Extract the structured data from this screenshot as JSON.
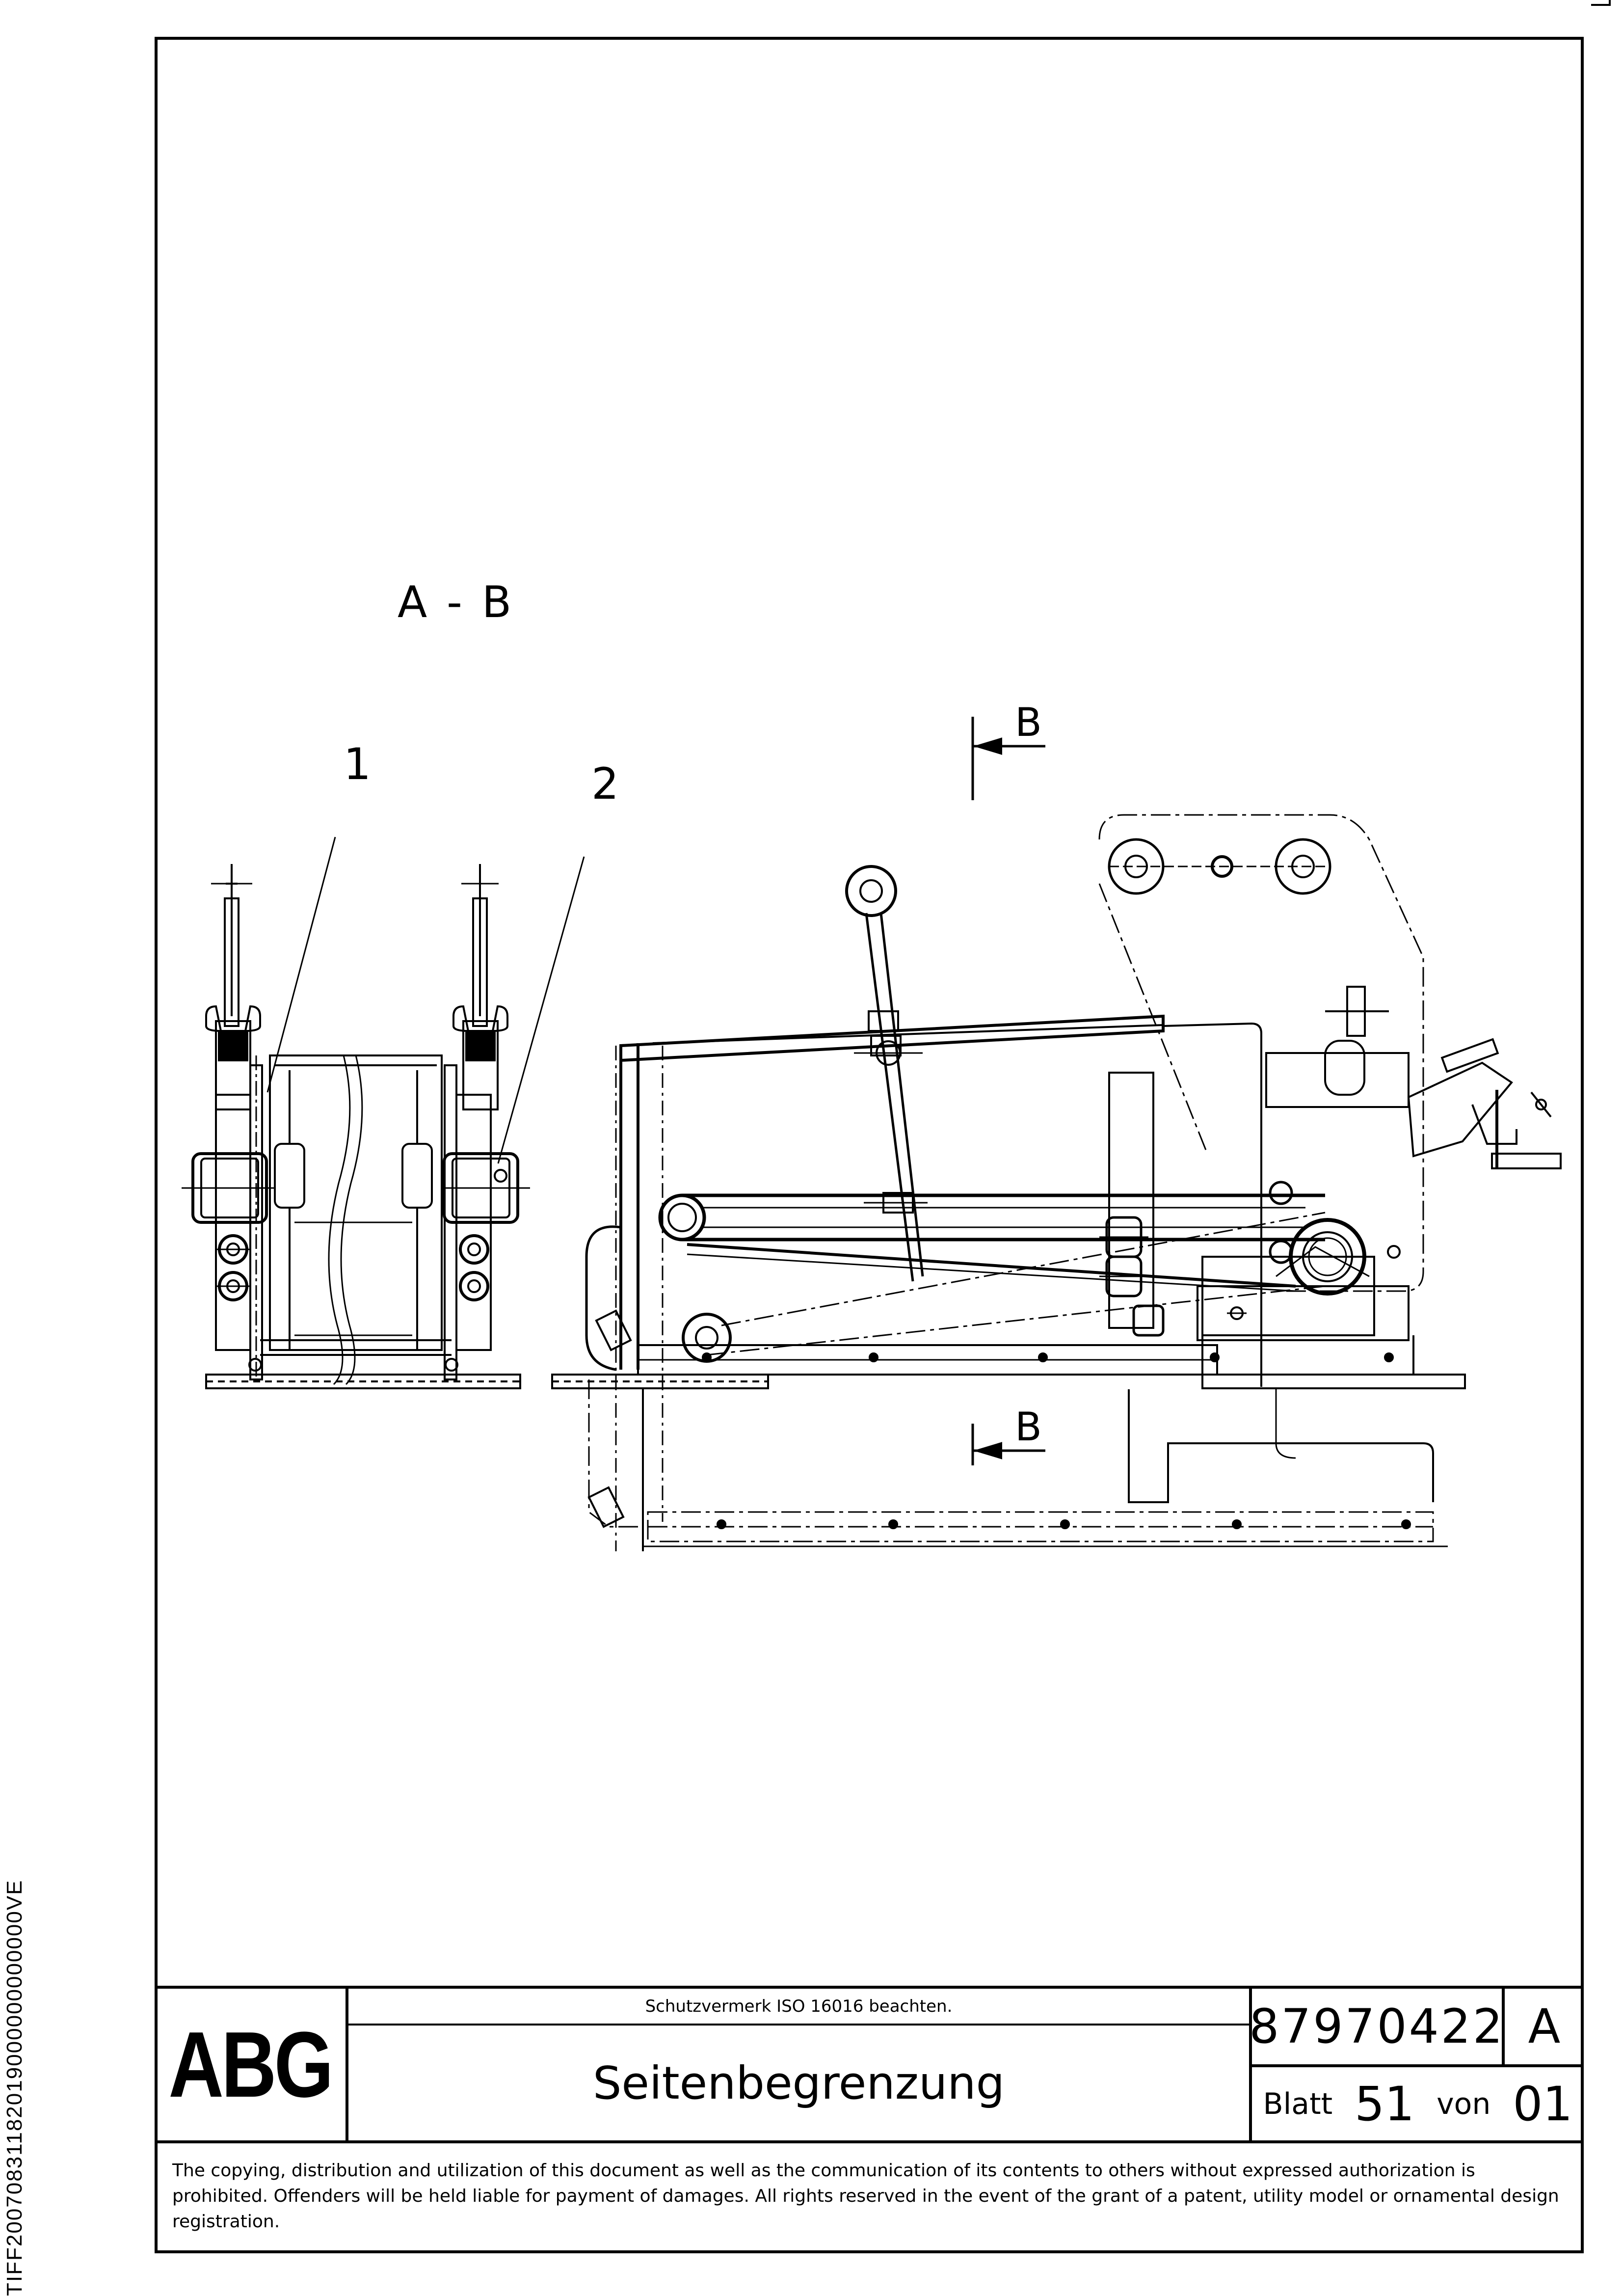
{
  "side_code": "TIFF20070831182019000000000000VE",
  "section_title": "A - B",
  "callouts": [
    "1",
    "2"
  ],
  "section_marks": [
    "B",
    "B"
  ],
  "title_block": {
    "logo": "ABG",
    "notice": "Schutzvermerk ISO 16016 beachten.",
    "title": "Seitenbegrenzung",
    "doc_number": "87970422",
    "revision": "A",
    "sheet_label": "Blatt",
    "sheet_number": "51",
    "of_label": "von",
    "sheet_total": "01"
  },
  "copyright": "The copying, distribution and utilization of this document as well as the communication of its contents to others without expressed authorization is prohibited. Offenders will be held liable for payment of damages. All rights reserved in the event of the grant of a patent, utility model or ornamental design registration."
}
